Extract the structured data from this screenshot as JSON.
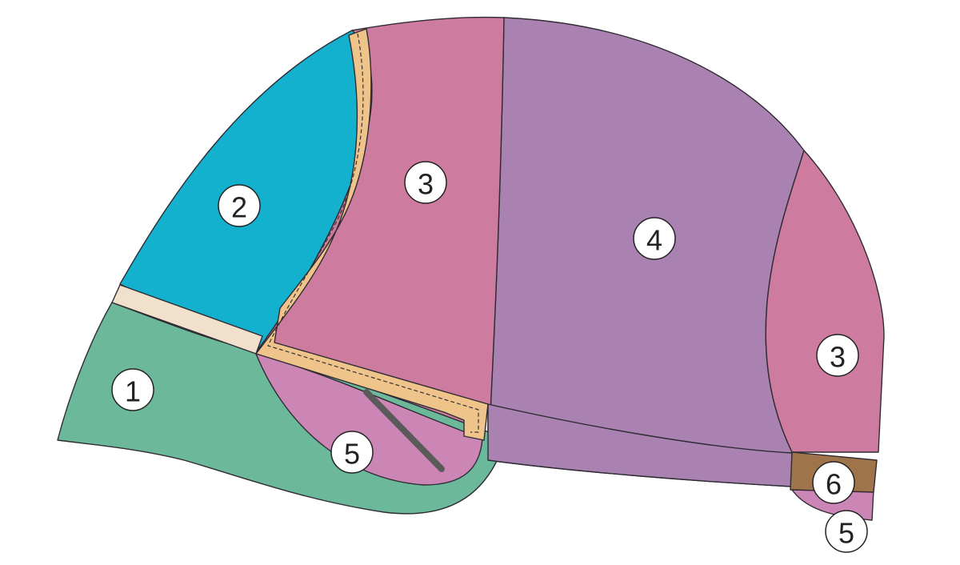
{
  "colors": {
    "panel_1": "#6bb89a",
    "panel_2": "#14b1cf",
    "panel_3": "#cd7b9e",
    "panel_4": "#a982b2",
    "panel_5": "#cc86b5",
    "panel_6": "#a0744a",
    "piping": "#efc48a",
    "strip": "#f1e0cc",
    "zip": "#5a5a5a"
  },
  "labels": {
    "panel_1": "1",
    "panel_2": "2",
    "panel_3_front": "3",
    "panel_3_back": "3",
    "panel_4": "4",
    "panel_5_side": "5",
    "panel_5_back": "5",
    "panel_6": "6"
  }
}
